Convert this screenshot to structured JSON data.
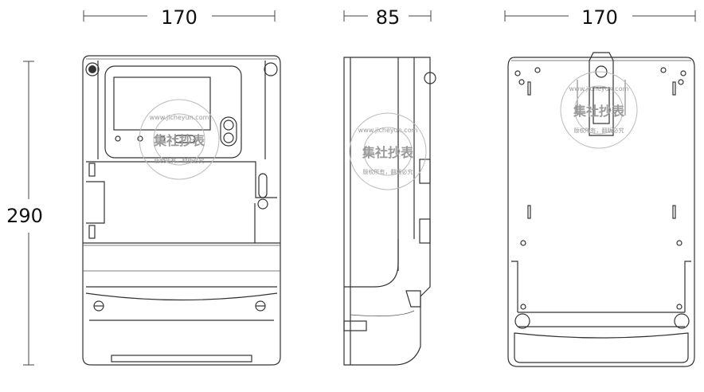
{
  "title": "Electricity meter dimension drawing",
  "dimensions": {
    "front_width": "170",
    "side_depth": "85",
    "back_width": "170",
    "height": "290"
  },
  "watermark": {
    "url": "www.jicheyun.com",
    "name": "集社抄表",
    "note": "版权所有，翻版必究"
  },
  "colors": {
    "line": "#333333",
    "background": "#ffffff"
  }
}
